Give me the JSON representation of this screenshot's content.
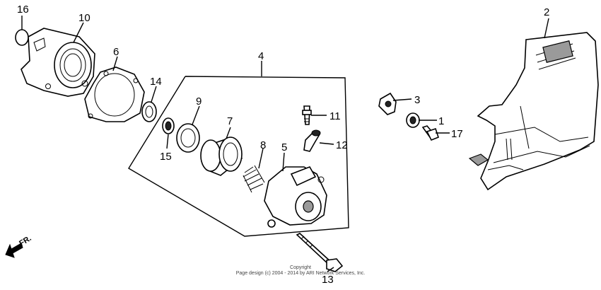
{
  "callouts": [
    "1",
    "2",
    "3",
    "4",
    "5",
    "6",
    "7",
    "8",
    "9",
    "10",
    "11",
    "12",
    "13",
    "14",
    "15",
    "16",
    "17"
  ],
  "direction_label": "FR.",
  "copyright": {
    "line1": "Copyright",
    "line2": "Page design (c) 2004 - 2014 by ARI Network Services, Inc."
  }
}
